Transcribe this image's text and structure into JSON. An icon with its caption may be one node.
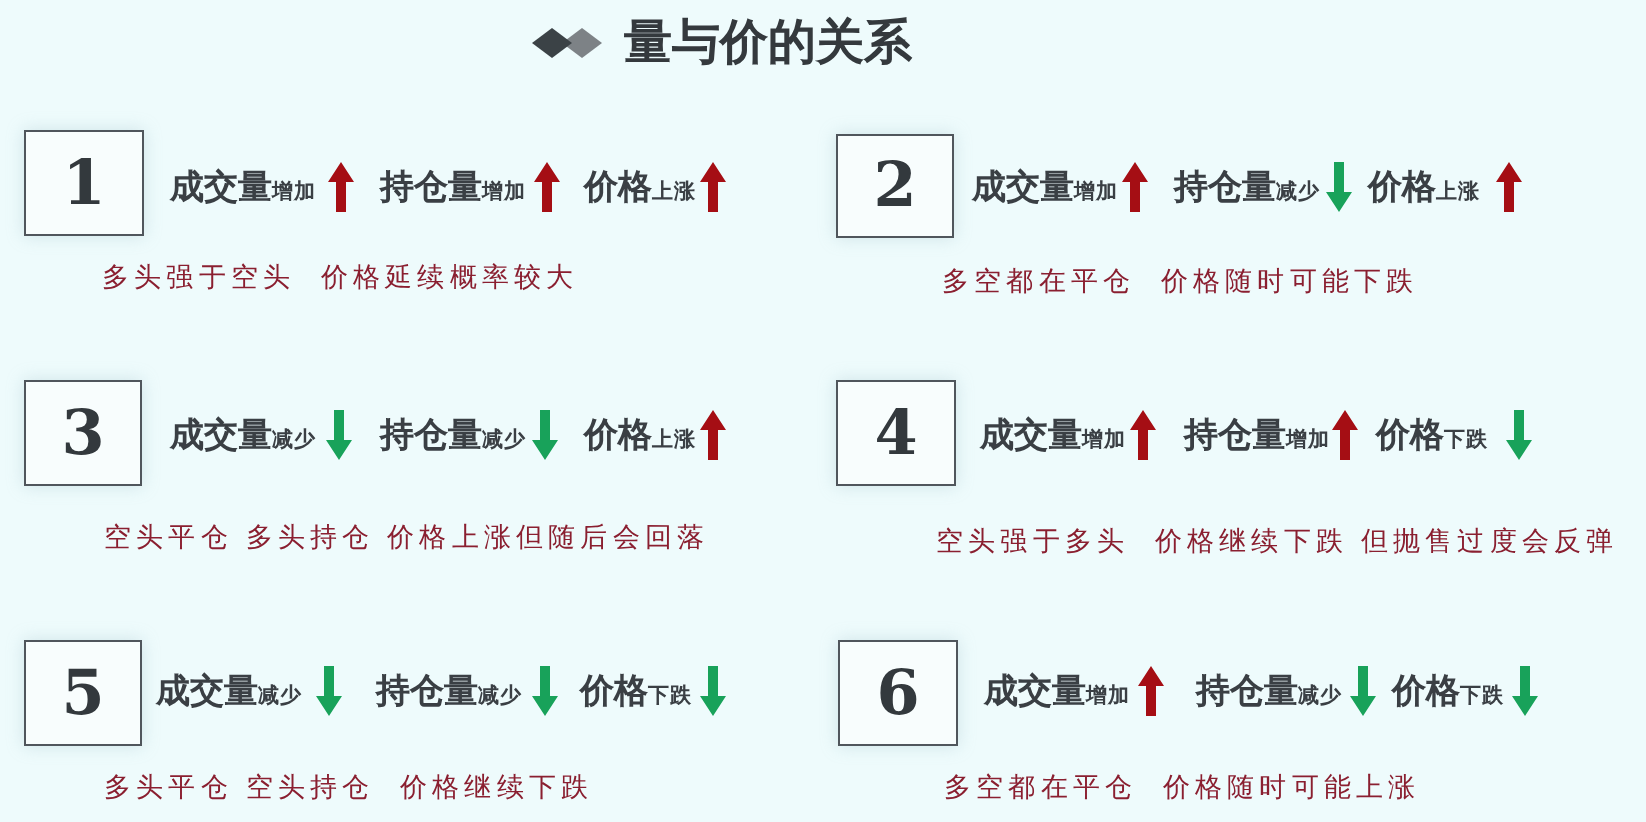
{
  "diagram": {
    "title": "量与价的关系",
    "nodes": [
      {
        "text": [
          "1"
        ],
        "beside": [
          "成交量$_{增加}$",
          "持仓量$_{增加}$",
          "价格$_{上涨}$",
          "多头强于空头  价格延续概率较大"
        ]
      },
      {
        "text": [
          "2"
        ],
        "beside": [
          "成交量$_{增加}$",
          "持仓量$_{减少}$",
          "价格$_{上涨}$",
          "多空都在平仓  价格随时可能下跌"
        ]
      },
      {
        "text": [
          "3"
        ],
        "beside": [
          "成交量$_{减少}$",
          "持仓量$_{减少}$",
          "价格$_{上涨}$",
          "空头平仓 多头持仓 价格上涨但随后会回落"
        ]
      },
      {
        "text": [
          "4"
        ],
        "beside": [
          "成交量$_{增加}$",
          "持仓量$_{增加}$",
          "价格$_{下跌}$",
          "空头强于多头  价格继续下跌 但抛售过度会反弹"
        ]
      },
      {
        "text": [
          "5"
        ],
        "beside": [
          "成交量$_{减少}$",
          "持仓量$_{减少}$",
          "价格$_{下跌}$",
          "多头平仓 空头持仓  价格继续下跌"
        ]
      },
      {
        "text": [
          "6"
        ],
        "beside": [
          "成交量$_{增加}$",
          "持仓量$_{减少}$",
          "价格$_{下跌}$",
          "多空都在平仓  价格随时可能上涨"
        ]
      }
    ]
  }
}
